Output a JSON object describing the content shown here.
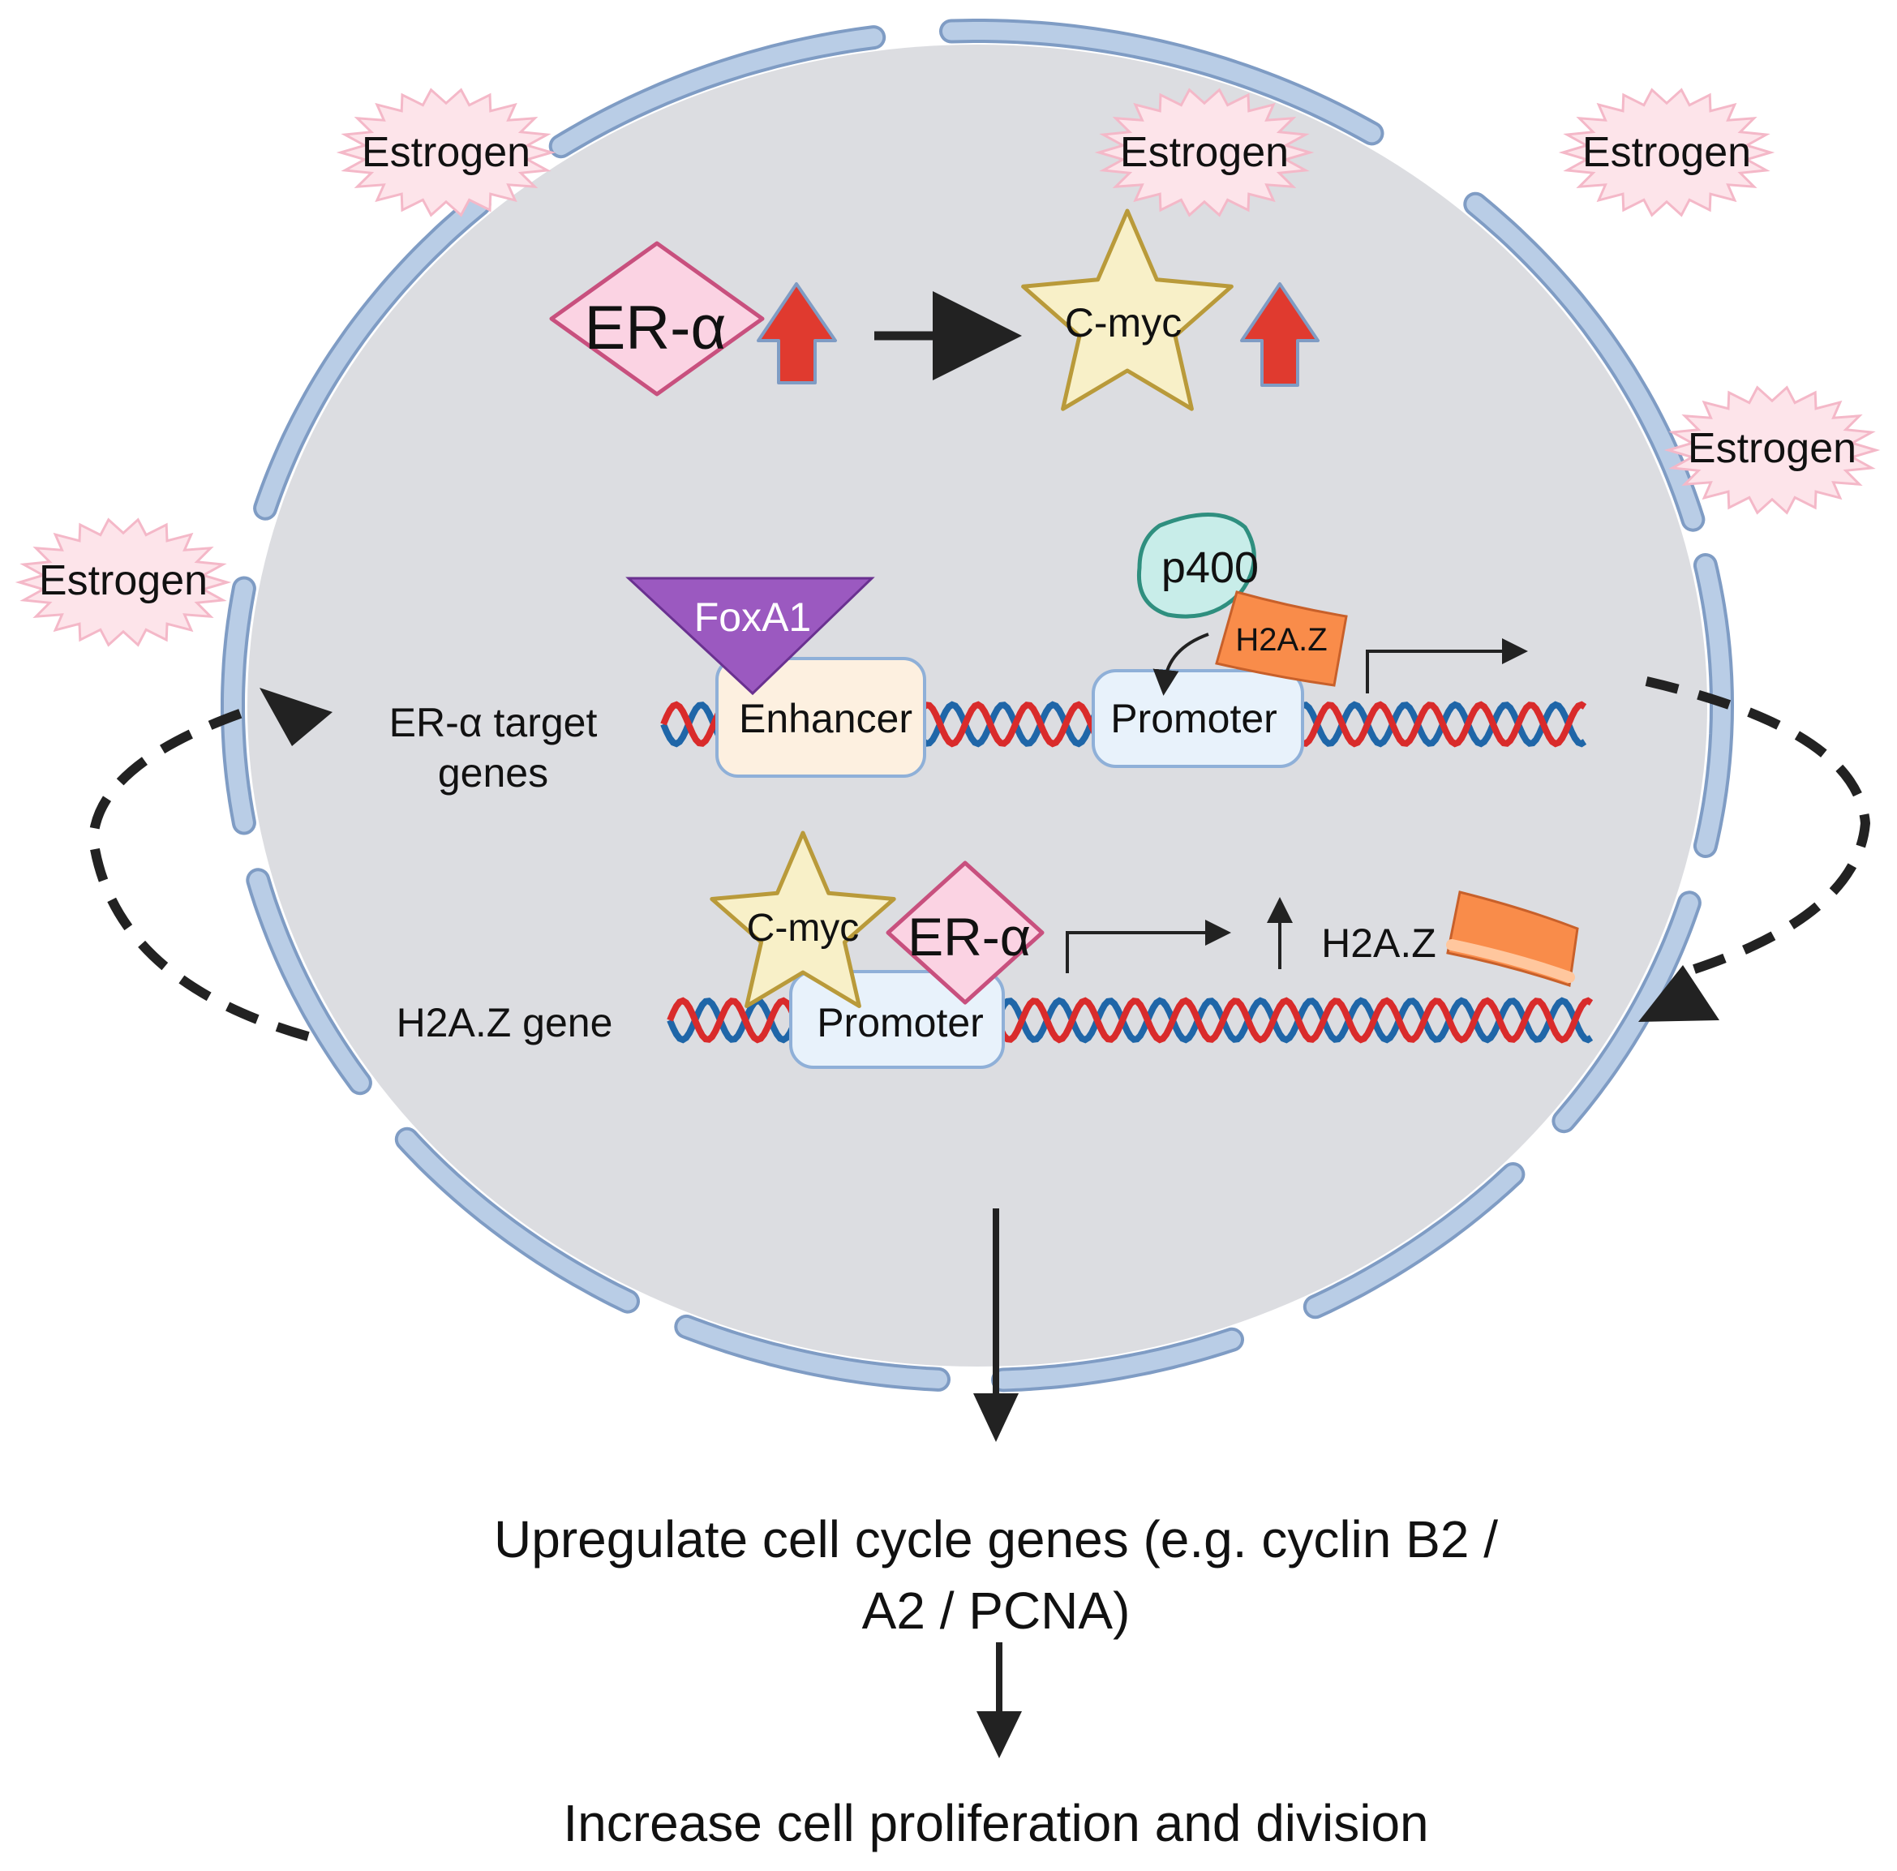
{
  "diagram": {
    "estrogen_labels": [
      "Estrogen",
      "Estrogen",
      "Estrogen",
      "Estrogen",
      "Estrogen"
    ],
    "top_pathway": {
      "receptor": "ER-α",
      "target": "C-myc"
    },
    "enhancer_row": {
      "row_label_line1": "ER-α target",
      "row_label_line2": "genes",
      "pioneer_factor": "FoxA1",
      "enhancer": "Enhancer",
      "promoter": "Promoter",
      "remodeler": "p400",
      "histone_variant": "H2A.Z"
    },
    "h2az_row": {
      "row_label": "H2A.Z gene",
      "cmyc": "C-myc",
      "receptor": "ER-α",
      "promoter": "Promoter",
      "product": "H2A.Z"
    },
    "outcome": {
      "line1": "Upregulate cell cycle genes (e.g. cyclin B2 /",
      "line2": "A2 / PCNA)",
      "final": "Increase cell proliferation and division"
    },
    "colors": {
      "nucleus": "#dcdde1",
      "membrane_fill": "#b9cde6",
      "membrane_stroke": "#7f9cc4",
      "estrogen_burst": "#fde4ea",
      "estrogen_stroke": "#f4b8c8",
      "er_alpha_fill": "#fbd3e3",
      "er_alpha_stroke": "#c8507e",
      "cmyc_fill": "#f8f0c8",
      "cmyc_stroke": "#b99a3a",
      "up_arrow_fill": "#e03a2f",
      "up_arrow_stroke": "#7f9cc4",
      "foxa1_fill": "#9b59c0",
      "enhancer_fill": "#fdf0e0",
      "promoter_fill": "#e8f2fb",
      "box_stroke": "#8fb0d8",
      "p400_fill": "#c8ede9",
      "p400_stroke": "#2f8f7f",
      "h2az_fill": "#f98c4a",
      "dna_red": "#d92b2b",
      "dna_blue": "#1f66a8"
    }
  }
}
